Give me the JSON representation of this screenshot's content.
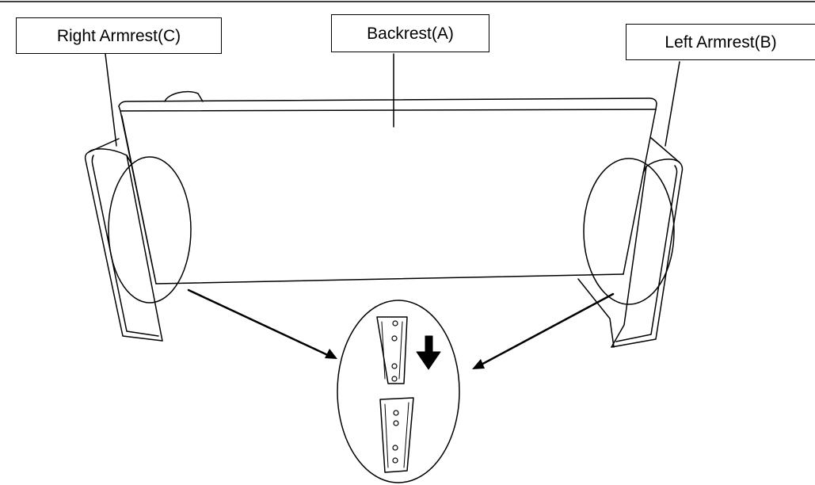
{
  "labels": {
    "right_armrest": "Right Armrest(C)",
    "backrest": "Backrest(A)",
    "left_armrest": "Left Armrest(B)"
  },
  "colors": {
    "line": "#000000",
    "background": "#ffffff"
  },
  "icons": {
    "detail_arrow": "down-arrow-icon"
  }
}
